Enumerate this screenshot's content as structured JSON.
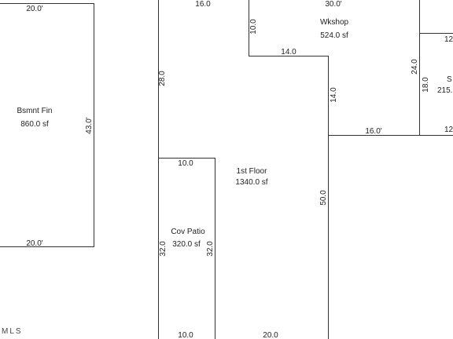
{
  "colors": {
    "wall": "#333333",
    "text": "#222222",
    "background": "#ffffff"
  },
  "rooms": {
    "bsmnt_fin": {
      "name": "Bsmnt Fin",
      "area": "860.0 sf"
    },
    "wkshop": {
      "name": "Wkshop",
      "area": "524.0 sf"
    },
    "first_floor": {
      "name": "1st Floor",
      "area": "1340.0 sf"
    },
    "cov_patio": {
      "name": "Cov Patio",
      "area": "320.0 sf"
    },
    "partial_right": {
      "name": "S",
      "area": "215."
    }
  },
  "dimensions": {
    "bsmnt_top": "20.0'",
    "bsmnt_bottom": "20.0'",
    "bsmnt_right": "43.0'",
    "floor_top": "16.0",
    "floor_left": "28.0",
    "wkshop_left": "10.0",
    "wkshop_top": "30.0'",
    "wkshop_bottom": "14.0",
    "wkshop_right": "24.0",
    "floor_notch": "14.0",
    "floor_step": "16.0'",
    "floor_right": "50.0",
    "floor_bottom": "20.0",
    "patio_top": "10.0",
    "patio_bottom": "10.0",
    "patio_left": "32.0",
    "patio_right": "32.0",
    "right_left": "18.0",
    "right_top": "12",
    "right_bottom": "12"
  },
  "footer": {
    "mls": "MLS"
  }
}
